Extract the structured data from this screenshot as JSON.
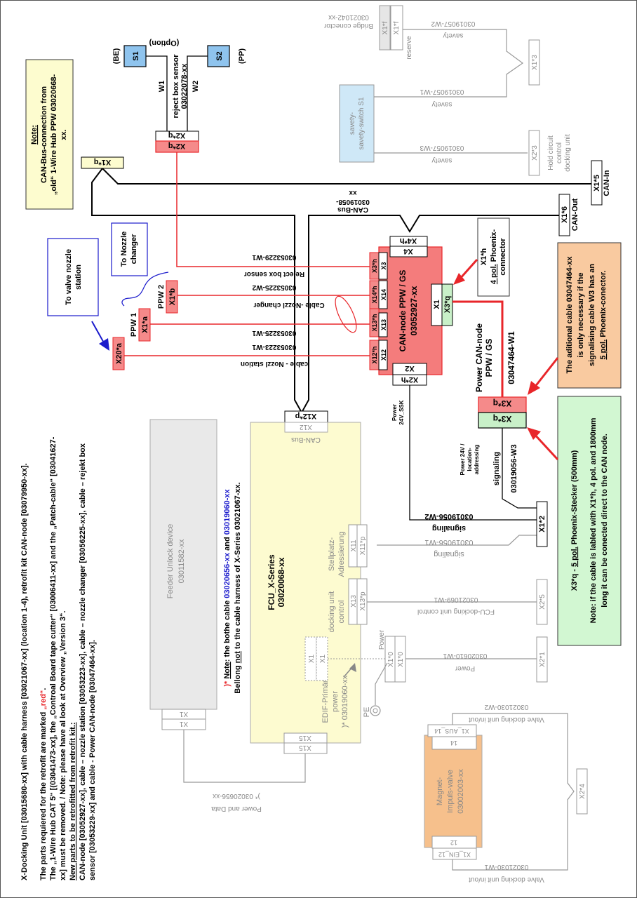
{
  "header": {
    "line1": "X-Docking Unit [03015680-xx] with cable  harness [03021067-xx] (location 1-4), retrofit kit CAN-node [03079950-xx].",
    "line2a": "The parts requiered for the retrofit are marked ",
    "line2b": "„red“",
    "line2c": ".",
    "line3": "The „1-Wire Hub CAT 5“ [(03041473-xx], the „Controal Board tape cutter“ [03006411-xx] and the „Patch-cable“ [03041627-",
    "line4": "xx] must be removed. / Note: please have al look at Overview „Version 3“.",
    "line5": "New parts to be retrofitted from retrofit kit.:",
    "line6": "CAN-node [03052927-xx], cable – nozzle station [03053223-xx], cable – nozzle changer [03056225-xx], cable – rejekt box",
    "line7": "sensor [03053229-xx] and cable - Power CAN-node [03047464-xx]."
  },
  "note_canbus": {
    "title": "Note:",
    "line1": "CAN-Bus-connection from",
    "line2": "„old“ 1-Wire Hub PPW 03020668-",
    "line3": "xx."
  },
  "reject_sensor": {
    "s1": "S1",
    "s1_tag": "(BE)",
    "s2": "S2",
    "s2_tag": "(PP)",
    "option": "(Option)",
    "w1": "W1",
    "w2": "W2",
    "name": "reject box sensor",
    "part": "03022078-xx",
    "conn_upper": "X2*q",
    "conn_lower": "X2*q"
  },
  "safety": {
    "bridge_name": "Bridge conector",
    "bridge_part": "03021042-xx",
    "bridge_conn_a": "X1*f",
    "bridge_conn_b": "X1*f",
    "reserve": "reserve",
    "w2_part": "03019057-W2",
    "w2_label": "savety",
    "switch": "savety-switch S1",
    "w1_part": "03019057-W1",
    "w1_label": "savety",
    "w3_part": "03019057-W3",
    "w3_label": "savety",
    "x13": "X1*3",
    "x23": "X2*3",
    "hold_circuit_1": "Hold circuit",
    "hold_circuit_2": "control",
    "hold_circuit_3": "docking unit"
  },
  "canbus": {
    "x1q": "X1*q",
    "cable_name": "CAN-Bus",
    "cable_part": "03019058-",
    "cable_xx": "xx",
    "x15": "X1*5",
    "can_in": "CAN-In",
    "x16": "X1*6",
    "can_out": "CAN-Out"
  },
  "destinations": {
    "valve_nozzle_1": "To valve nozzle",
    "valve_nozzle_2": "station",
    "nozzle_changer_1": "To Nozzle",
    "nozzle_changer_2": "changer"
  },
  "cables": {
    "reject_part": "03053229-W1",
    "reject_label": "Reject box sensor",
    "changer_w2_part": "03053225-W2",
    "changer_label": "Cable -Nozzl changer",
    "changer_w1_part": "03053225-W1",
    "station_part": "03053223-W1",
    "station_label": "cable - Nozzl station",
    "x1b": "X1*b",
    "ppw2": "PPW 2",
    "x1a": "X1*a",
    "ppw1": "PPW 1",
    "x20a": "X20*a"
  },
  "can_node": {
    "title": "CAN-node PPW / GS",
    "part": "03052927-xx",
    "x4h": "X4*h",
    "x4": "X4",
    "x3h": "X3*h",
    "x3": "X3",
    "x14h": "X14*h",
    "x14": "X14",
    "x13h": "X13*h",
    "x13": "X13",
    "x12h": "X12*h",
    "x12": "X12",
    "x2": "X2",
    "x2h": "X2*h",
    "x1": "X1",
    "x3q": "X3*q"
  },
  "phoenix_box": {
    "line1": "X1*h",
    "line2a": "4 pol.",
    "line2b": " Phoenix-",
    "line3": "connector"
  },
  "power_can": {
    "title1": "Power CAN-node",
    "title2": "PPW / GS",
    "part": "03047464-W1",
    "x3q_red": "X3*q",
    "x3q_green": "X3*q"
  },
  "orange_note": {
    "line1": "The aditional cable 03047464-xx",
    "line2": "is only necessary if the",
    "line3": "signalising cable W3 has an",
    "line4a": "5 pol.",
    "line4b": " Phoenix-conector."
  },
  "green_note": {
    "line1a": "X3*q - ",
    "line1b": "5 pol.",
    "line1c": " Phoenix-Stecker (500mm)",
    "line2": "Note: if the cable is labled with X1*h, 4 pol. and 1800mm",
    "line3": "long it can be conected direct to the CAN node."
  },
  "signaling": {
    "power_ssk_1": "Power",
    "power_ssk_2": "24V_SSK",
    "power_loc_1": "Power 24V /",
    "power_loc_2": "location-",
    "power_loc_3": "addressing",
    "w3_label": "signaling",
    "w3_part": "03019056-W3",
    "w2_part": "03019056-W2",
    "w2_label": "signaling",
    "w1_part": "03019056-W1",
    "w1_label": "signaling",
    "x12": "X1*2"
  },
  "fcu": {
    "title": "FCU_X-Series",
    "part": "03020068-xx",
    "x12p": "X12*p",
    "x12": "X12",
    "canbus": "CAN-Bus",
    "stellplatz_1": "Stellplatz-",
    "stellplatz_2": "Adressierung",
    "x11": "X11",
    "x11p": "X11*p",
    "docking_1": "docking unit",
    "docking_2": "control",
    "x13": "X13",
    "x13p": "X13*p",
    "edif_1": "EDIF-Primär",
    "edif_2": "power",
    "edif_3": ")* 03019060-xx",
    "x1a": "X1",
    "x1b": "X1",
    "x15": "X15",
    "x15b": "X15"
  },
  "fcu_cables": {
    "docking_part": "03021069-W1",
    "docking_label": "FCU-docking unit control",
    "x25": "X2*5",
    "power_part": "03020610-W1",
    "power_label": "Power",
    "x21": "X2*1",
    "power_word": "Power",
    "x10a": "X1*0",
    "x10b": "X1*0",
    "pe": "PE"
  },
  "fcu_note": {
    "prefix": ")* ",
    "note": "Note",
    "mid": ": the bothe cable ",
    "cable1": "03020656-xx",
    "and": " and ",
    "cable2": "03019060-xx",
    "line2a": "Bellong ",
    "line2b": "not",
    "line2c": " to the cable harness of X-Series  03021067-xx."
  },
  "feeder": {
    "name": "Feeder Unlock device",
    "part": "03011582-xx",
    "x1a": "X1",
    "x1b": "X1",
    "cable_part": ")* 03020656-xx",
    "cable_label": "Power and Data"
  },
  "valve": {
    "name1": "Magnet-",
    "name2": "Impuls-valve",
    "part": "03002003-xx",
    "c14": "14",
    "x1aus": "X1_AUS_14",
    "c12": "12",
    "x1ein": "X1_EIN_12",
    "w2_label": "Valve docking unit in/out",
    "w2_part": "03021030-W2",
    "w1_label": "Valve docking unit in/out",
    "w1_part": "03021030-W1",
    "x24": "X2*4"
  },
  "colors": {
    "retrofit_red": "#e8262a",
    "node_fill": "#f47c7c",
    "conn_red": "#f58a8a",
    "conn_green": "#c8f0c8",
    "note_yellow": "#fdfccf",
    "fcu_yellow": "#fdfbd0",
    "switch_blue": "#cfe8f7",
    "sensor_blue": "#8fc4ee",
    "orange_note": "#f9caa0",
    "green_note": "#d2f7d2",
    "valve_orange": "#f6c08c",
    "feeder_gray": "#e9e9e9",
    "link_blue": "#1a1acc"
  }
}
